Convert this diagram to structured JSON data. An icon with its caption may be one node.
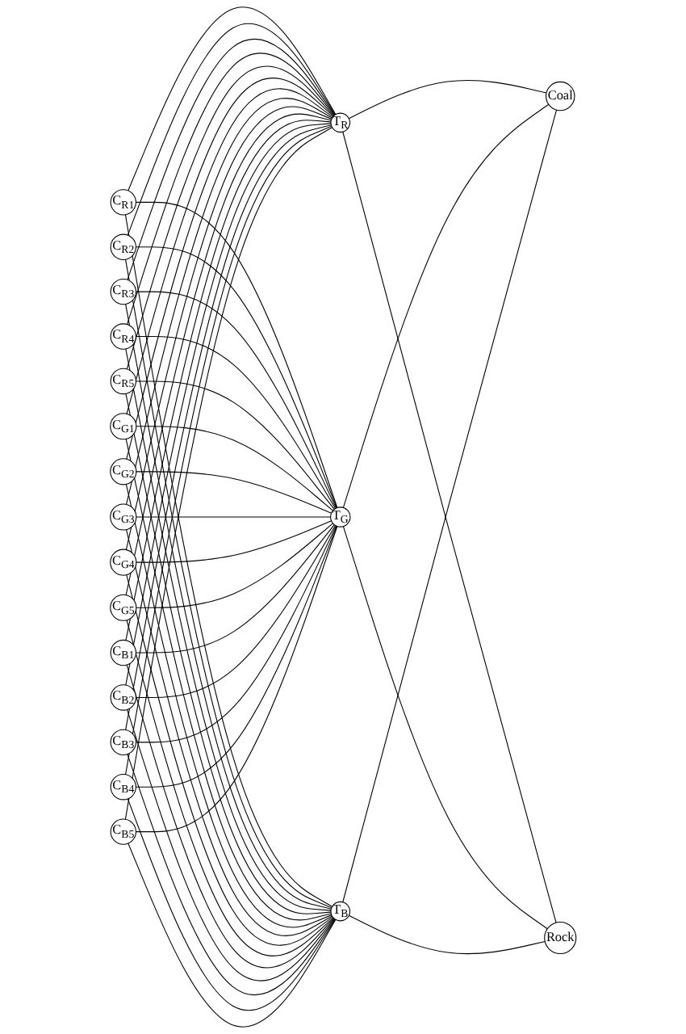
{
  "diagram": {
    "nodes": [
      {
        "text": [
          "C$_{R1}$"
        ]
      },
      {
        "text": [
          "C$_{R2}$"
        ]
      },
      {
        "text": [
          "C$_{R3}$"
        ]
      },
      {
        "text": [
          "C$_{R4}$"
        ]
      },
      {
        "text": [
          "C$_{R5}$"
        ]
      },
      {
        "text": [
          "C$_{G1}$"
        ]
      },
      {
        "text": [
          "C$_{G2}$"
        ]
      },
      {
        "text": [
          "C$_{G3}$"
        ]
      },
      {
        "text": [
          "C$_{G4}$"
        ]
      },
      {
        "text": [
          "C$_{G5}$"
        ]
      },
      {
        "text": [
          "C$_{B1}$"
        ]
      },
      {
        "text": [
          "C$_{B2}$"
        ]
      },
      {
        "text": [
          "C$_{B3}$"
        ]
      },
      {
        "text": [
          "C$_{B4}$"
        ]
      },
      {
        "text": [
          "C$_{B5}$"
        ]
      },
      {
        "text": [
          "T$_{R}$"
        ]
      },
      {
        "text": [
          "T$_{G}$"
        ]
      },
      {
        "text": [
          "T$_{B}$"
        ]
      },
      {
        "text": [
          "Coal"
        ]
      },
      {
        "text": [
          "Rock"
        ]
      }
    ],
    "edges": [
      {
        "from": 0,
        "to": 15,
        "arrow": "none"
      },
      {
        "from": 0,
        "to": 16,
        "arrow": "none"
      },
      {
        "from": 0,
        "to": 17,
        "arrow": "none"
      },
      {
        "from": 1,
        "to": 15,
        "arrow": "none"
      },
      {
        "from": 1,
        "to": 16,
        "arrow": "none"
      },
      {
        "from": 1,
        "to": 17,
        "arrow": "none"
      },
      {
        "from": 2,
        "to": 15,
        "arrow": "none"
      },
      {
        "from": 2,
        "to": 16,
        "arrow": "none"
      },
      {
        "from": 2,
        "to": 17,
        "arrow": "none"
      },
      {
        "from": 3,
        "to": 15,
        "arrow": "none"
      },
      {
        "from": 3,
        "to": 16,
        "arrow": "none"
      },
      {
        "from": 3,
        "to": 17,
        "arrow": "none"
      },
      {
        "from": 4,
        "to": 15,
        "arrow": "none"
      },
      {
        "from": 4,
        "to": 16,
        "arrow": "none"
      },
      {
        "from": 4,
        "to": 17,
        "arrow": "none"
      },
      {
        "from": 5,
        "to": 15,
        "arrow": "none"
      },
      {
        "from": 5,
        "to": 16,
        "arrow": "none"
      },
      {
        "from": 5,
        "to": 17,
        "arrow": "none"
      },
      {
        "from": 6,
        "to": 15,
        "arrow": "none"
      },
      {
        "from": 6,
        "to": 16,
        "arrow": "none"
      },
      {
        "from": 6,
        "to": 17,
        "arrow": "none"
      },
      {
        "from": 7,
        "to": 15,
        "arrow": "none"
      },
      {
        "from": 7,
        "to": 16,
        "arrow": "none"
      },
      {
        "from": 7,
        "to": 17,
        "arrow": "none"
      },
      {
        "from": 8,
        "to": 15,
        "arrow": "none"
      },
      {
        "from": 8,
        "to": 16,
        "arrow": "none"
      },
      {
        "from": 8,
        "to": 17,
        "arrow": "none"
      },
      {
        "from": 9,
        "to": 15,
        "arrow": "none"
      },
      {
        "from": 9,
        "to": 16,
        "arrow": "none"
      },
      {
        "from": 9,
        "to": 17,
        "arrow": "none"
      },
      {
        "from": 10,
        "to": 15,
        "arrow": "none"
      },
      {
        "from": 10,
        "to": 16,
        "arrow": "none"
      },
      {
        "from": 10,
        "to": 17,
        "arrow": "none"
      },
      {
        "from": 11,
        "to": 15,
        "arrow": "none"
      },
      {
        "from": 11,
        "to": 16,
        "arrow": "none"
      },
      {
        "from": 11,
        "to": 17,
        "arrow": "none"
      },
      {
        "from": 12,
        "to": 15,
        "arrow": "none"
      },
      {
        "from": 12,
        "to": 16,
        "arrow": "none"
      },
      {
        "from": 12,
        "to": 17,
        "arrow": "none"
      },
      {
        "from": 13,
        "to": 15,
        "arrow": "none"
      },
      {
        "from": 13,
        "to": 16,
        "arrow": "none"
      },
      {
        "from": 13,
        "to": 17,
        "arrow": "none"
      },
      {
        "from": 14,
        "to": 15,
        "arrow": "none"
      },
      {
        "from": 14,
        "to": 16,
        "arrow": "none"
      },
      {
        "from": 14,
        "to": 17,
        "arrow": "none"
      },
      {
        "from": 15,
        "to": 18,
        "arrow": "none"
      },
      {
        "from": 15,
        "to": 19,
        "arrow": "none"
      },
      {
        "from": 16,
        "to": 18,
        "arrow": "none"
      },
      {
        "from": 16,
        "to": 19,
        "arrow": "none"
      },
      {
        "from": 17,
        "to": 18,
        "arrow": "none"
      },
      {
        "from": 17,
        "to": 19,
        "arrow": "none"
      }
    ]
  }
}
